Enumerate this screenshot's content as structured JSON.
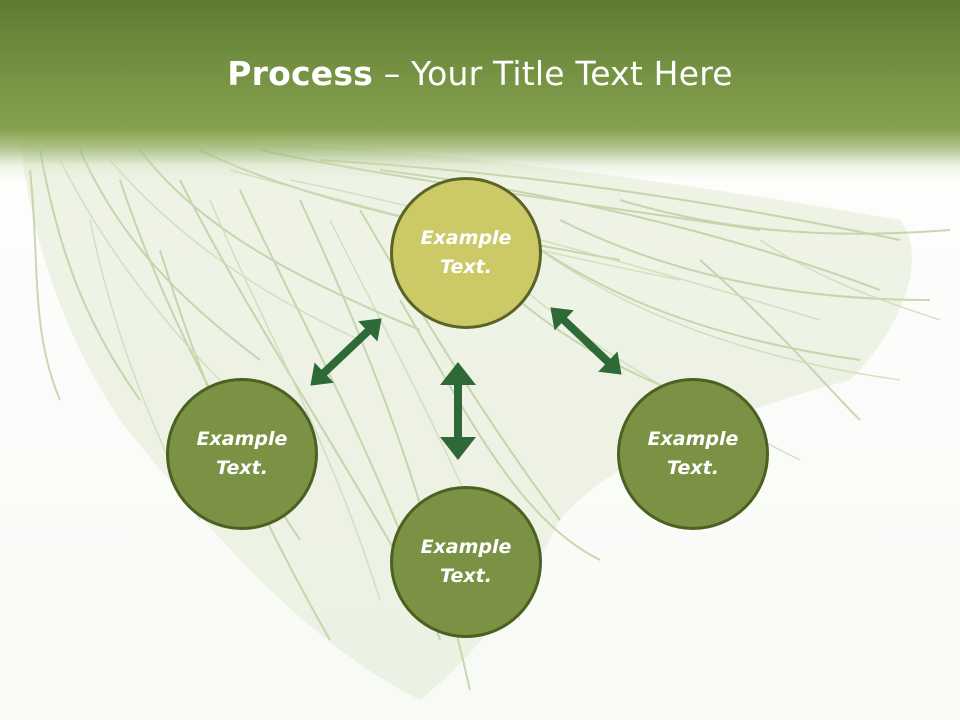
{
  "title": {
    "bold": "Process",
    "rest": " – Your Title Text Here"
  },
  "nodes": [
    {
      "label": "Example Text."
    },
    {
      "label": "Example Text."
    },
    {
      "label": "Example Text."
    },
    {
      "label": "Example Text."
    }
  ],
  "colors": {
    "header": "#6f8d3e",
    "node_fill": "#7b9244",
    "node_accent_fill": "#ccca67",
    "node_border": "#4c6121",
    "arrow": "#2e6a38"
  }
}
